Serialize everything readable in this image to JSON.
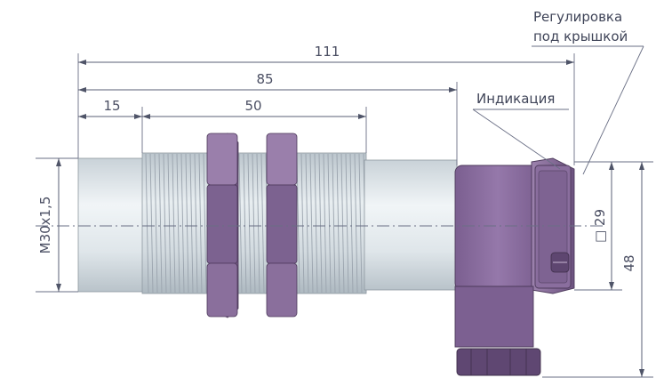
{
  "dimensions": {
    "overall_length": "111",
    "thread_length_total": "85",
    "left_offset": "15",
    "thread_section": "50",
    "thread_size": "M30x1,5",
    "head_square": "□ 29",
    "head_height": "48"
  },
  "annotations": {
    "adjustment_line1": "Регулировка",
    "adjustment_line2": "под крышкой",
    "indication": "Индикация"
  },
  "colors": {
    "body_light": "#dfe6ea",
    "thread_body": "#cdd5da",
    "nut": "#8a6f98",
    "head": "#8c6ea1",
    "lines": "#5a5f75"
  }
}
